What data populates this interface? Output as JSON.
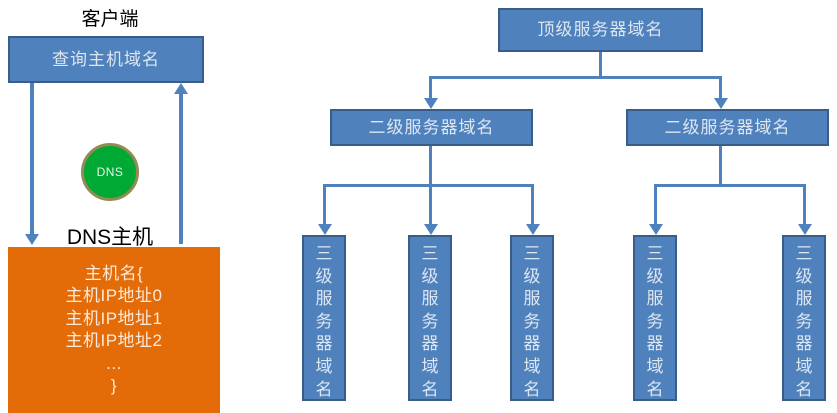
{
  "diagram": {
    "title_left": "客户端",
    "dns_host_label": "DNS主机",
    "dns_circle_label": "DNS"
  },
  "left_panel": {
    "query_box": "查询主机域名",
    "record_box_lines": [
      "主机名{",
      "主机IP地址0",
      "主机IP地址1",
      "主机IP地址2",
      "...",
      "}"
    ]
  },
  "tree": {
    "top": "顶级服务器域名",
    "second_level": [
      "二级服务器域名",
      "二级服务器域名"
    ],
    "third_level": [
      "三级服务器域名",
      "三级服务器域名",
      "三级服务器域名",
      "三级服务器域名",
      "三级服务器域名"
    ]
  },
  "colors": {
    "box_fill": "#4F81BD",
    "box_border": "#385D8A",
    "box_text": "#DCE6F1",
    "record_fill": "#E36C09",
    "record_text": "#FDE9D9",
    "dns_fill": "#00A933",
    "dns_border": "#948A54",
    "connector": "#4F81BD",
    "label_text": "#000000",
    "background": "#FFFFFF"
  }
}
